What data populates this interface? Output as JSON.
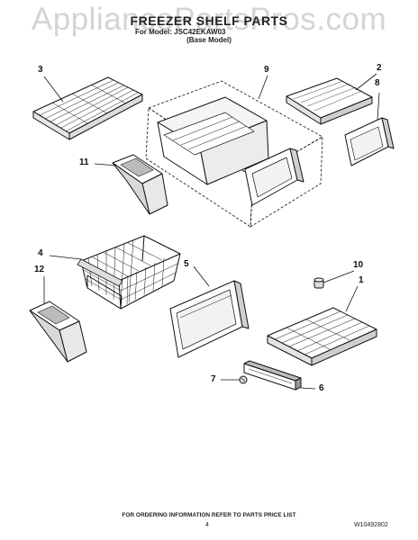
{
  "watermark": "AppliancePartsPros.com",
  "header": {
    "title": "FREEZER SHELF PARTS",
    "model_prefix": "For Model:",
    "model_code": "JSC42EKAW03",
    "variant": "(Base Model)"
  },
  "callouts": [
    "1",
    "2",
    "3",
    "4",
    "5",
    "6",
    "7",
    "8",
    "9",
    "10",
    "11",
    "12"
  ],
  "footer": {
    "note": "FOR ORDERING INFORMATION REFER TO PARTS PRICE LIST",
    "page": "4",
    "doc_number": "W10492802"
  },
  "colors": {
    "line": "#111111",
    "watermark": "#d4d4d4",
    "fill": "#ffffff",
    "shade": "#cfcfcf"
  }
}
